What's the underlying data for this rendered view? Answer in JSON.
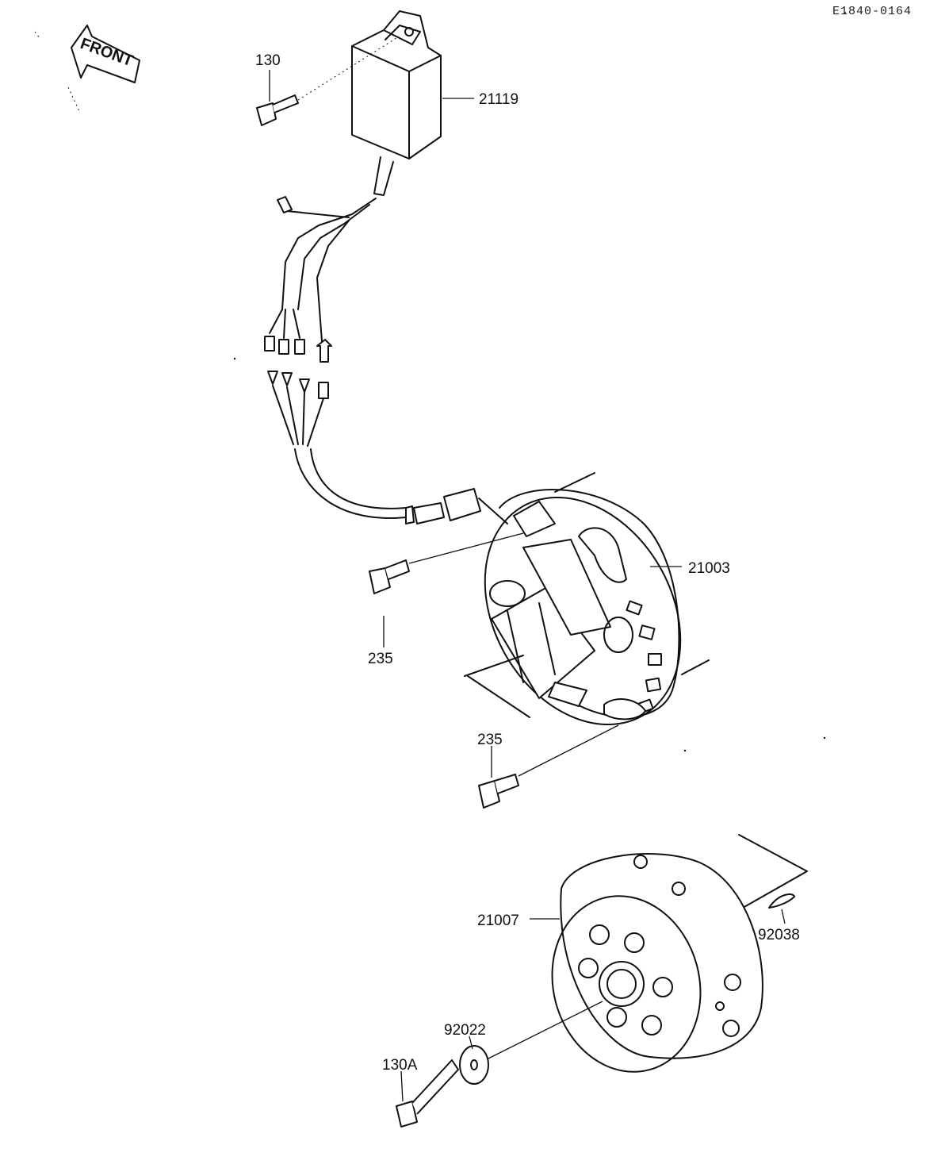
{
  "diagram": {
    "code": "E1840-0164",
    "front_label": "FRONT",
    "parts": [
      {
        "label": "130"
      },
      {
        "label": "21119"
      },
      {
        "label": "21003"
      },
      {
        "label": "235"
      },
      {
        "label": "235"
      },
      {
        "label": "21007"
      },
      {
        "label": "92038"
      },
      {
        "label": "92022"
      },
      {
        "label": "130A"
      }
    ]
  }
}
